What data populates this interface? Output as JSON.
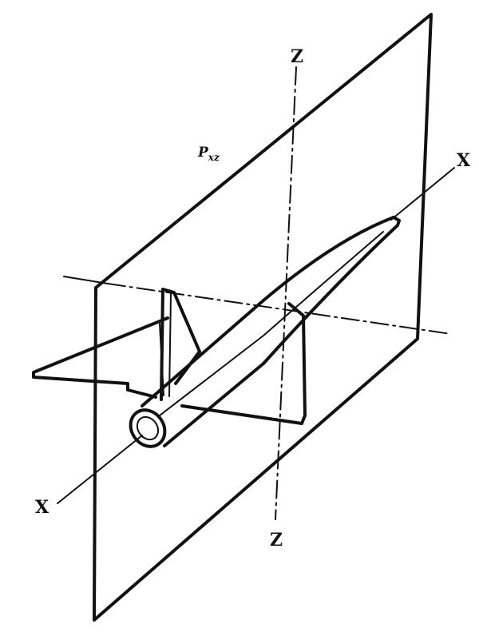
{
  "diagram": {
    "labels": {
      "z_top": "Z",
      "z_bottom": "Z",
      "x_right": "X",
      "x_left": "X",
      "plane_main": "P",
      "plane_sub": "xz"
    },
    "colors": {
      "ink": "#111111",
      "background": "#ffffff"
    },
    "elements": [
      "xz-plane",
      "x-axis",
      "z-axis",
      "horizontal-axis",
      "aircraft"
    ]
  }
}
